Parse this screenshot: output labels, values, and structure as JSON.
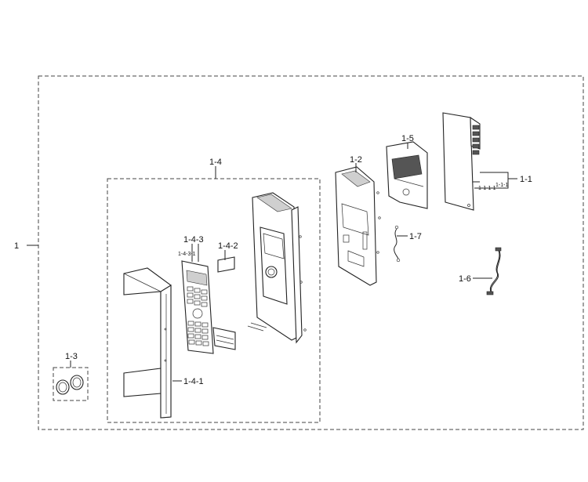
{
  "labels": {
    "assembly": "1",
    "sub_1_1": "1-1",
    "sub_1_1_1": "1-1-1",
    "sub_1_1_1_1": "1-1-1-1",
    "sub_1_2": "1-2",
    "sub_1_3": "1-3",
    "sub_1_4": "1-4",
    "sub_1_4_1": "1-4-1",
    "sub_1_4_2": "1-4-2",
    "sub_1_4_3": "1-4-3",
    "sub_1_4_3_1": "1-4-3-1",
    "sub_1_5": "1-5",
    "sub_1_6": "1-6",
    "sub_1_7": "1-7"
  }
}
